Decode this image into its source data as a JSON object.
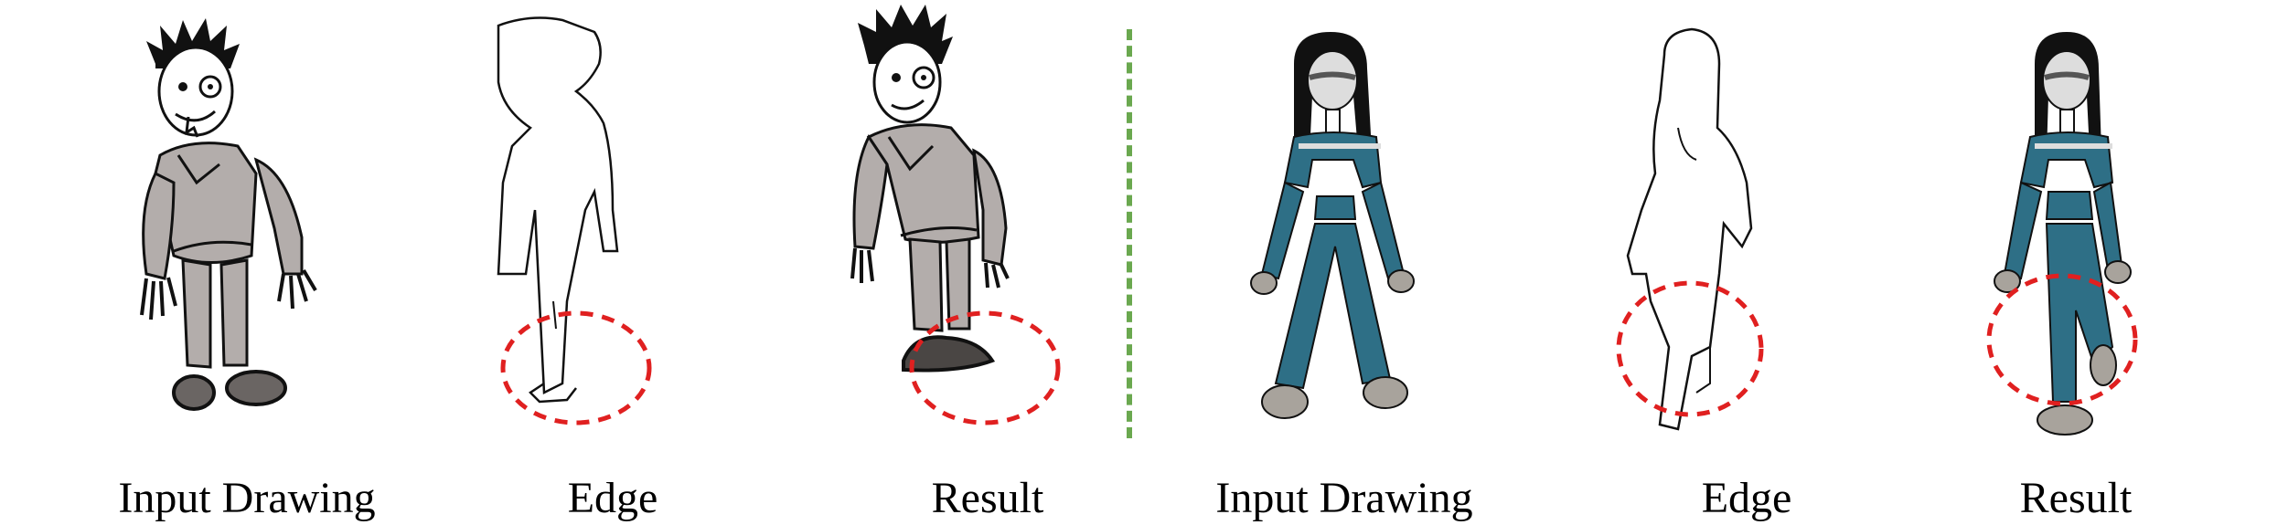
{
  "figure": {
    "left": {
      "captions": [
        "Input Drawing",
        "Edge",
        "Result"
      ]
    },
    "right": {
      "captions": [
        "Input Drawing",
        "Edge",
        "Result"
      ]
    }
  },
  "colors": {
    "divider": "#6aa84f",
    "highlight_circle": "#e02020",
    "boy_fill": "#b3adab",
    "girl_clothes": "#2e6f86",
    "girl_shoes": "#a8a39c",
    "ink": "#111111"
  }
}
